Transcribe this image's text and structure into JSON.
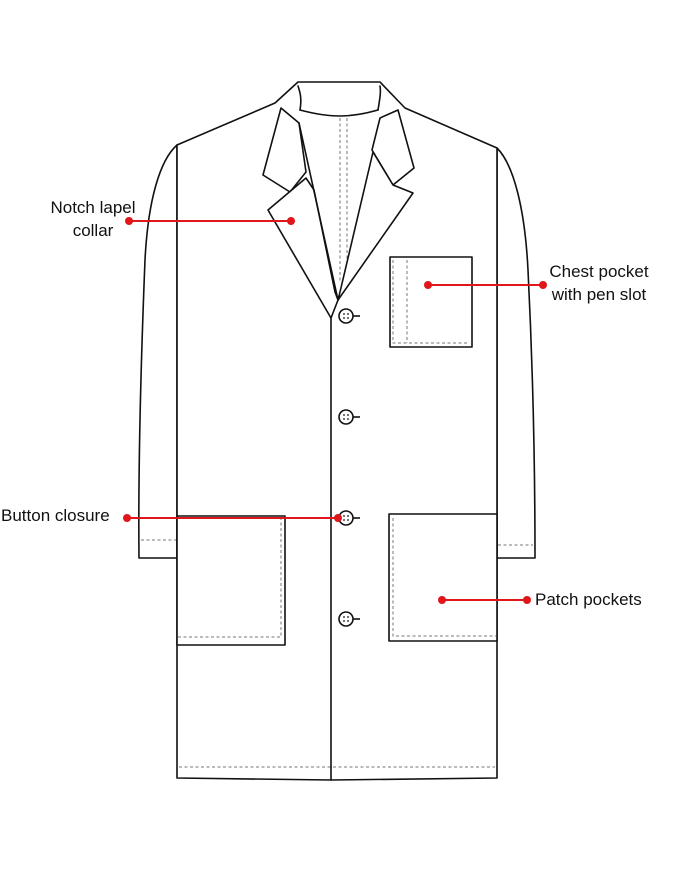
{
  "colors": {
    "outline": "#111111",
    "stitching": "#777777",
    "callout": "#e0161b",
    "background": "#ffffff"
  },
  "callouts": {
    "collar": {
      "lines": [
        "Notch lapel",
        "collar"
      ]
    },
    "chest_pocket": {
      "lines": [
        "Chest pocket",
        "with pen slot"
      ]
    },
    "buttons": {
      "lines": [
        "Button closure"
      ]
    },
    "patch_pockets": {
      "lines": [
        "Patch pockets"
      ]
    }
  },
  "garment": {
    "button_count": 4
  }
}
